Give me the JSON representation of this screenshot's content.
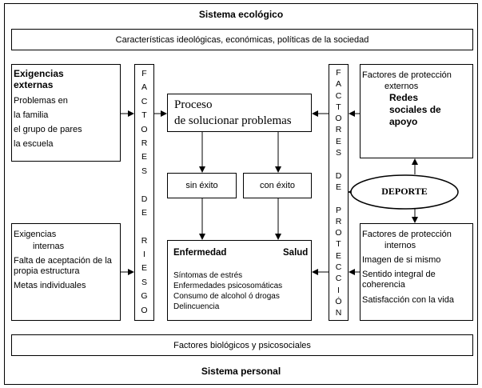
{
  "title_top": "Sistema ecológico",
  "title_bottom": "Sistema personal",
  "society_box": "Características ideológicas, económicas, políticas de la sociedad",
  "bio_box": "Factores biológicos y psicosociales",
  "ext_demands": {
    "title_l1": "Exigencias",
    "title_l2": "externas",
    "items": [
      "Problemas en",
      "la familia",
      "el grupo de pares",
      "la escuela"
    ]
  },
  "int_demands": {
    "title_l1": "Exigencias",
    "title_l2": "internas",
    "items_l1": "Falta de aceptación de la",
    "items_l2": "propia estructura",
    "items_l3": "Metas individuales"
  },
  "risk_column": [
    "F",
    "A",
    "C",
    "T",
    "O",
    "R",
    "E",
    "S",
    "",
    "D",
    "E",
    "",
    "R",
    "I",
    "E",
    "S",
    "G",
    "O"
  ],
  "protection_column": [
    "F",
    "A",
    "C",
    "T",
    "O",
    "R",
    "E",
    "S",
    "",
    "D",
    "E",
    "",
    "P",
    "R",
    "O",
    "T",
    "E",
    "C",
    "C",
    "I",
    "Ó",
    "N"
  ],
  "process_box": {
    "line1": "Proceso",
    "line2": "de solucionar problemas"
  },
  "outcomes": {
    "fail": "sin éxito",
    "success": "con éxito"
  },
  "results": {
    "illness": "Enfermedad",
    "health": "Salud",
    "items": [
      "Síntomas de estrés",
      "Enfermedades psicosomáticas",
      "Consumo de alcohol ó drogas",
      "Delincuencia"
    ]
  },
  "ext_protection": {
    "title_l1": "Factores de protección",
    "title_l2": "externos",
    "bold_l1": "Redes",
    "bold_l2": "sociales de",
    "bold_l3": "apoyo"
  },
  "int_protection": {
    "title_l1": "Factores de protección",
    "title_l2": "internos",
    "items": [
      "Imagen de si mismo",
      "Sentido integral de",
      "coherencia",
      "Satisfacción con la vida"
    ]
  },
  "sport_label": "DEPORTE"
}
